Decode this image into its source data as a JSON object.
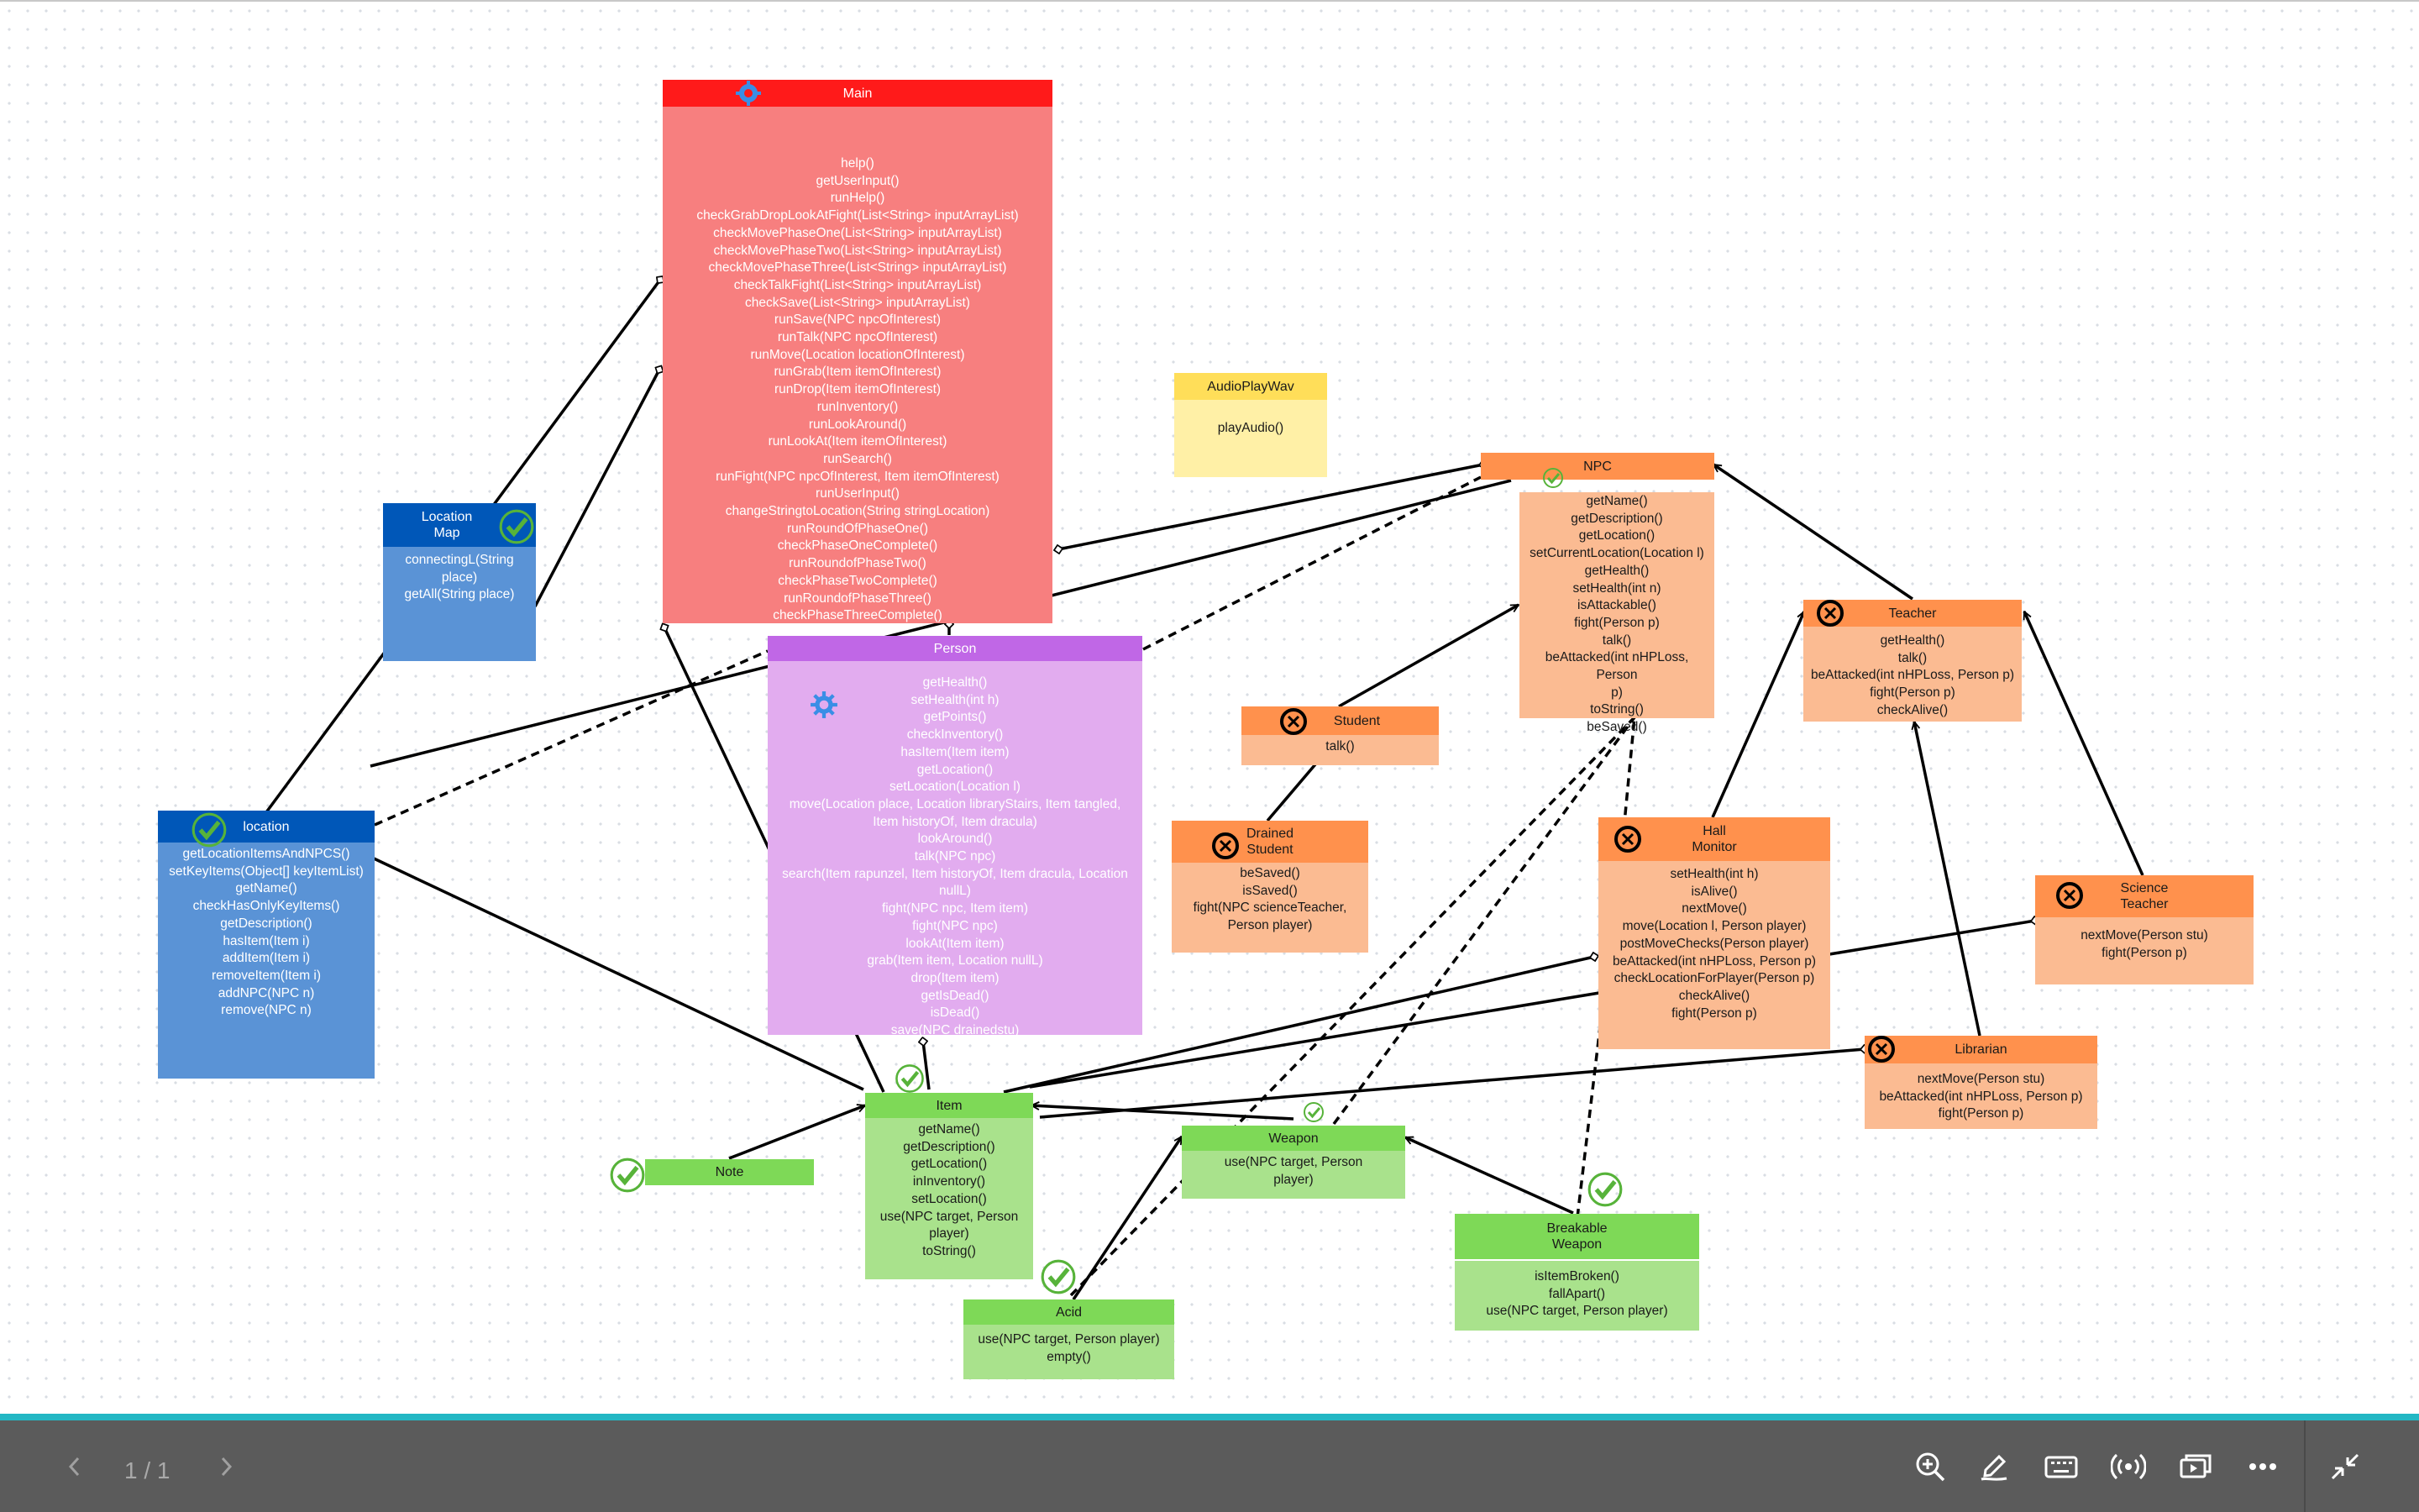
{
  "classes": {
    "main": {
      "title": "Main",
      "methods": [
        "help()",
        "getUserInput()",
        "runHelp()",
        "checkGrabDropLookAtFight(List<String> inputArrayList)",
        "checkMovePhaseOne(List<String> inputArrayList)",
        "checkMovePhaseTwo(List<String> inputArrayList)",
        "checkMovePhaseThree(List<String> inputArrayList)",
        "checkTalkFight(List<String> inputArrayList)",
        "checkSave(List<String> inputArrayList)",
        "runSave(NPC npcOfInterest)",
        "runTalk(NPC npcOfInterest)",
        "runMove(Location locationOfInterest)",
        "runGrab(Item itemOfInterest)",
        "runDrop(Item itemOfInterest)",
        "runInventory()",
        "runLookAround()",
        "runLookAt(Item itemOfInterest)",
        "runSearch()",
        "runFight(NPC npcOfInterest, Item itemOfInterest)",
        "runUserInput()",
        "changeStringtoLocation(String stringLocation)",
        "runRoundOfPhaseOne()",
        "checkPhaseOneComplete()",
        "runRoundofPhaseTwo()",
        "checkPhaseTwoComplete()",
        "runRoundofPhaseThree()",
        "checkPhaseThreeComplete()"
      ]
    },
    "location_map": {
      "title": "Location\nMap",
      "methods": [
        "connectingL(String",
        "place)",
        "getAll(String place)"
      ]
    },
    "location": {
      "title": "location",
      "methods": [
        "getLocationItemsAndNPCS()",
        "setKeyItems(Object[] keyItemList)",
        "getName()",
        "checkHasOnlyKeyItems()",
        "getDescription()",
        "hasItem(Item i)",
        "addItem(Item i)",
        "removeItem(Item i)",
        "addNPC(NPC n)",
        "remove(NPC n)"
      ]
    },
    "person": {
      "title": "Person",
      "methods": [
        "getHealth()",
        "setHealth(int h)",
        "getPoints()",
        "checkInventory()",
        "hasItem(Item item)",
        "getLocation()",
        "setLocation(Location l)",
        "move(Location place, Location libraryStairs, Item tangled,",
        "Item historyOf, Item dracula)",
        "lookAround()",
        "talk(NPC npc)",
        "search(Item rapunzel, Item historyOf, Item dracula, Location",
        "nullL)",
        "fight(NPC npc, Item item)",
        "fight(NPC npc)",
        "lookAt(Item item)",
        "grab(Item item, Location nullL)",
        "drop(Item item)",
        "getIsDead()",
        "isDead()",
        "save(NPC drainedstu)"
      ]
    },
    "audio": {
      "title": "AudioPlayWav",
      "methods": [
        "playAudio()"
      ]
    },
    "npc": {
      "title": "NPC",
      "methods": [
        "getName()",
        "getDescription()",
        "getLocation()",
        "setCurrentLocation(Location l)",
        "getHealth()",
        "setHealth(int n)",
        "isAttackable()",
        "fight(Person p)",
        "talk()",
        "beAttacked(int nHPLoss, Person",
        "p)",
        "toString()",
        "beSaved()"
      ]
    },
    "teacher": {
      "title": "Teacher",
      "methods": [
        "getHealth()",
        "talk()",
        "beAttacked(int nHPLoss, Person p)",
        "fight(Person p)",
        "checkAlive()"
      ]
    },
    "student": {
      "title": "Student",
      "methods": [
        "talk()"
      ]
    },
    "drained": {
      "title": "Drained\nStudent",
      "methods": [
        "beSaved()",
        "isSaved()",
        "fight(NPC scienceTeacher,",
        "Person player)"
      ]
    },
    "hall": {
      "title": "Hall\nMonitor",
      "methods": [
        "setHealth(int h)",
        "isAlive()",
        "nextMove()",
        "move(Location l, Person player)",
        "postMoveChecks(Person player)",
        "beAttacked(int nHPLoss, Person p)",
        "checkLocationForPlayer(Person p)",
        "checkAlive()",
        "fight(Person p)"
      ]
    },
    "science": {
      "title": "Science\nTeacher",
      "methods": [
        "nextMove(Person stu)",
        "fight(Person p)"
      ]
    },
    "librarian": {
      "title": "Librarian",
      "methods": [
        "nextMove(Person stu)",
        "beAttacked(int nHPLoss, Person p)",
        "fight(Person p)"
      ]
    },
    "item": {
      "title": "Item",
      "methods": [
        "getName()",
        "getDescription()",
        "getLocation()",
        "inInventory()",
        "setLocation()",
        "use(NPC target, Person",
        "player)",
        "toString()"
      ]
    },
    "note": {
      "title": "Note",
      "methods": []
    },
    "weapon": {
      "title": "Weapon",
      "methods": [
        "use(NPC target, Person",
        "player)"
      ]
    },
    "breakable": {
      "title": "Breakable\nWeapon",
      "methods": [
        "isItemBroken()",
        "fallApart()",
        "use(NPC target, Person player)"
      ]
    },
    "acid": {
      "title": "Acid",
      "methods": [
        "use(NPC target, Person player)",
        "empty()"
      ]
    }
  },
  "colors": {
    "red_header": "#ff1a1a",
    "red_body": "#f77f7f",
    "blue_header": "#0057b8",
    "blue_body": "#5a93d6",
    "purple_header": "#c067e6",
    "purple_body": "#e2acef",
    "yellow_header": "#ffde59",
    "yellow_body": "#fff0a6",
    "orange_header": "#ff914d",
    "orange_body": "#fbbb92",
    "green_header": "#7ed957",
    "green_body": "#a9e28c",
    "toolbar": "#5b5b5b",
    "accent": "#23b7c4"
  },
  "toolbar": {
    "page_indicator": "1 / 1",
    "icons": [
      "chevron-left-icon",
      "chevron-right-icon",
      "zoom-in-icon",
      "draw-icon",
      "keyboard-icon",
      "broadcast-icon",
      "present-icon",
      "more-icon",
      "exit-fullscreen-icon"
    ]
  }
}
